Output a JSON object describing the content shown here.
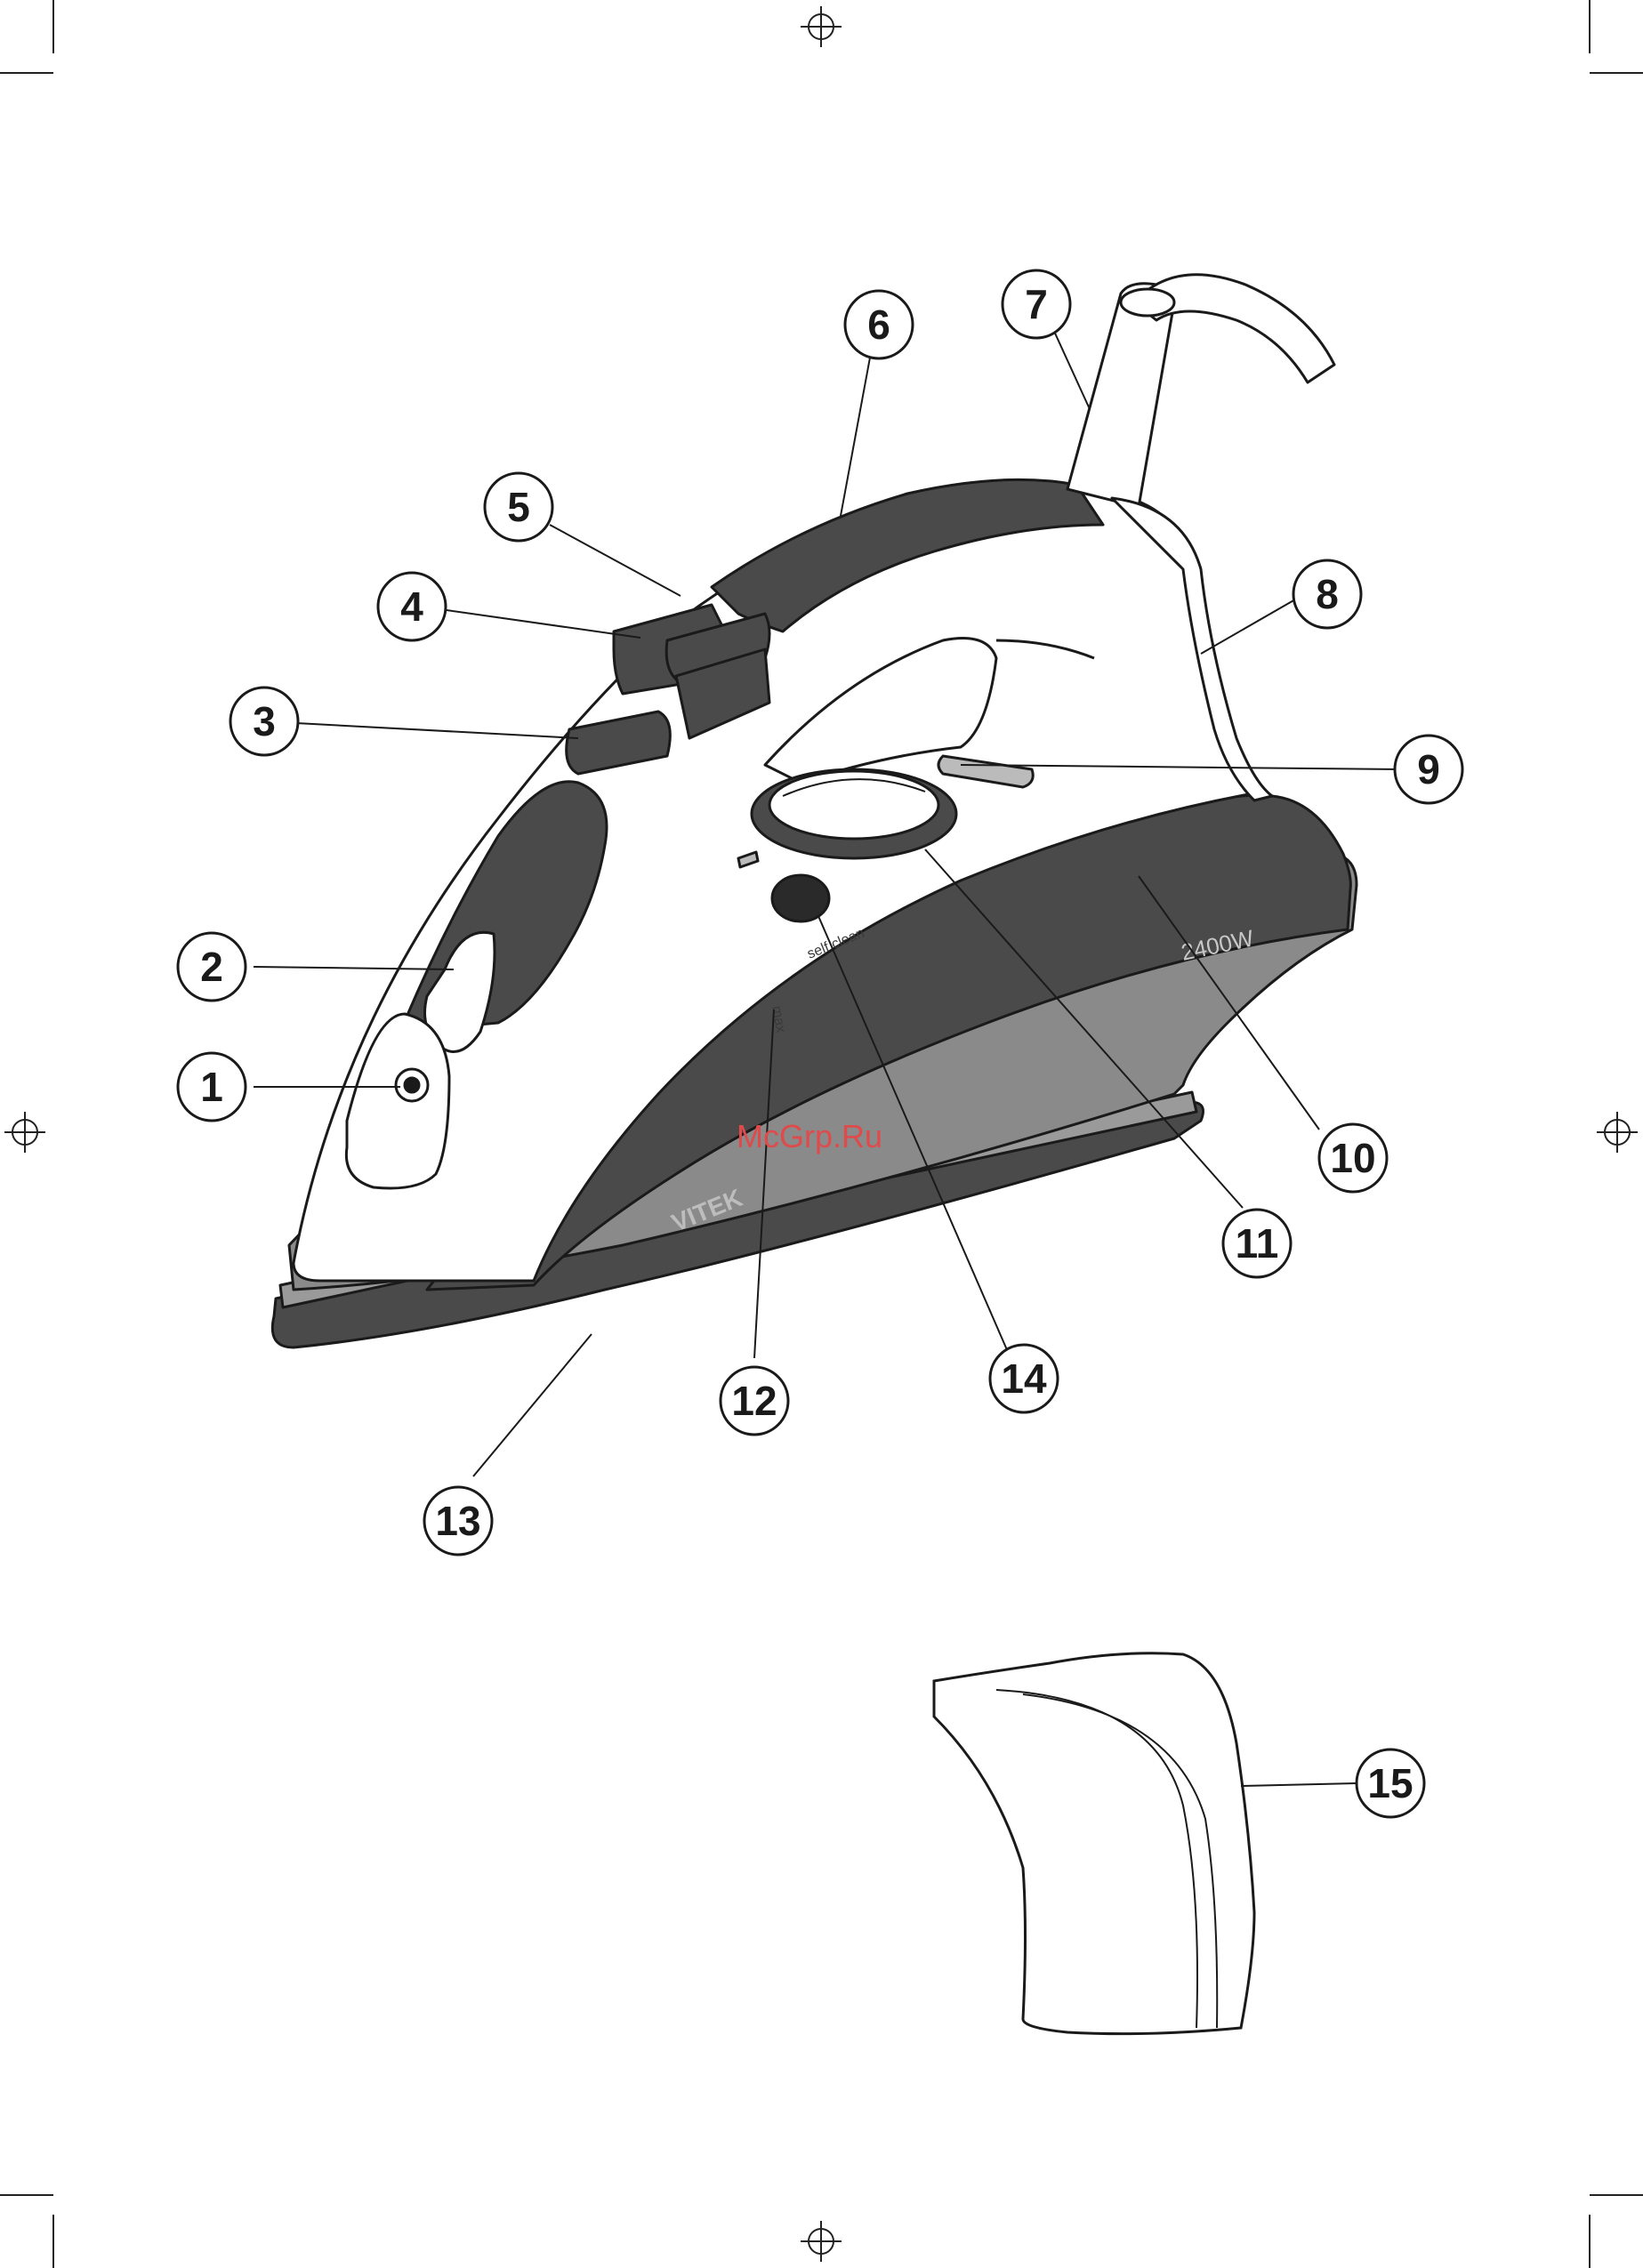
{
  "labels": {
    "power": "2400W",
    "brand": "VITEK",
    "self_clean": "self clean",
    "max": "max",
    "watermark": "McGrp.Ru"
  },
  "callouts": [
    "1",
    "2",
    "3",
    "4",
    "5",
    "6",
    "7",
    "8",
    "9",
    "10",
    "11",
    "12",
    "13",
    "14",
    "15"
  ],
  "colors": {
    "dark_body": "#4a4a4a",
    "mid_grey": "#8a8a8a",
    "outline": "#1a1a1a",
    "white": "#ffffff",
    "watermark": "#e04a4a"
  }
}
